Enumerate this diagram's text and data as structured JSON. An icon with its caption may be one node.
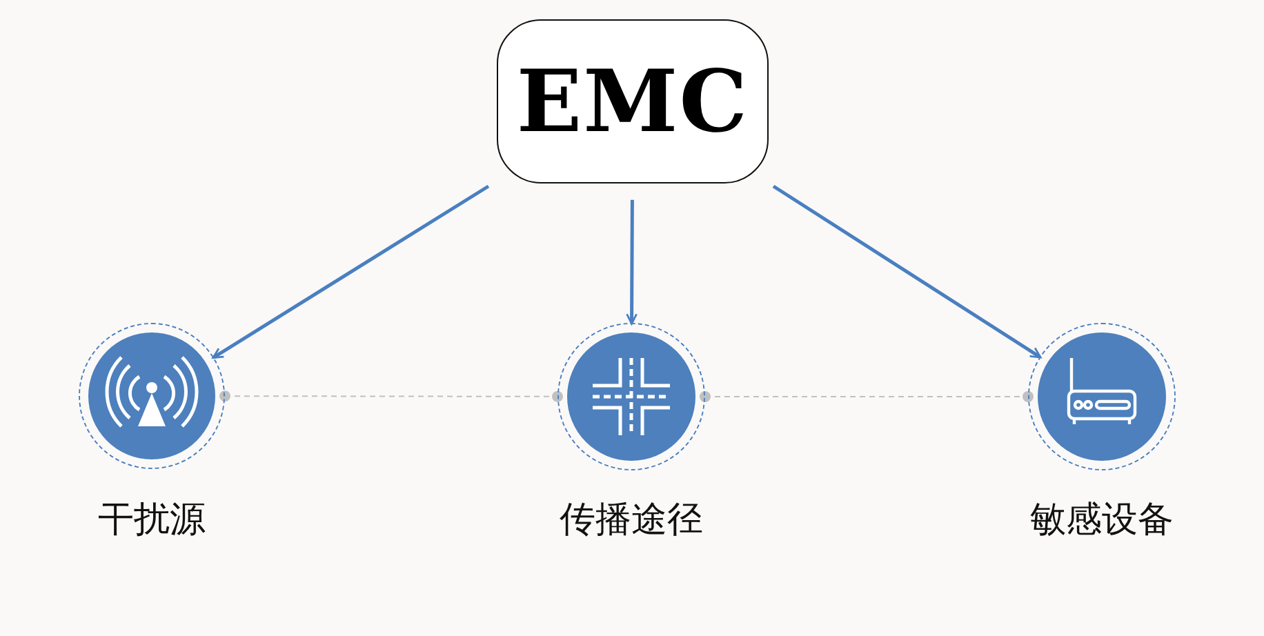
{
  "diagram": {
    "nodes": [
      {
        "text": [
          "EMC"
        ]
      },
      {
        "text": [],
        "shape": "circle",
        "beside": [
          "干扰源"
        ]
      },
      {
        "text": [],
        "shape": "circle",
        "beside": [
          "传播途径"
        ]
      },
      {
        "text": [],
        "shape": "circle",
        "beside": [
          "敏感设备"
        ]
      }
    ],
    "edges": [
      {
        "from": 0,
        "to": 1,
        "arrow": "to"
      },
      {
        "from": 0,
        "to": 2,
        "arrow": "to"
      },
      {
        "from": 0,
        "to": 3,
        "arrow": "to"
      },
      {
        "from": 1,
        "to": 2,
        "arrow": "other",
        "style": "dashed",
        "color": "#c0c0c0"
      },
      {
        "from": 2,
        "to": 3,
        "arrow": "other",
        "style": "dashed",
        "color": "#c0c0c0"
      }
    ]
  }
}
